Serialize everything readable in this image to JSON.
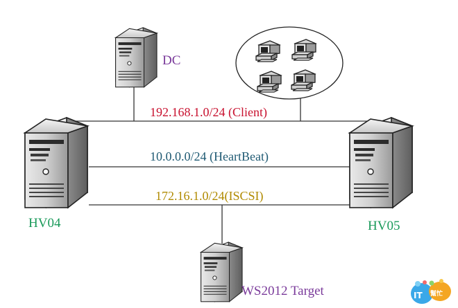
{
  "nodes": {
    "dc": {
      "label": "DC",
      "color": "#7a3a9a"
    },
    "hv04": {
      "label": "HV04",
      "color": "#1a9a5a"
    },
    "hv05": {
      "label": "HV05",
      "color": "#1a9a5a"
    },
    "target": {
      "label": "WS2012 Target",
      "color": "#7a3a9a"
    },
    "clients": {
      "count": 4
    }
  },
  "networks": {
    "client": {
      "label": "192.168.1.0/24 (Client)",
      "color": "#c8102e"
    },
    "heartbeat": {
      "label": "10.0.0.0/24 (HeartBeat)",
      "color": "#1f5a73"
    },
    "iscsi": {
      "label": "172.16.1.0/24(ISCSI)",
      "color": "#b08a00"
    }
  },
  "watermark": {
    "text": "IT邦幫忙"
  }
}
